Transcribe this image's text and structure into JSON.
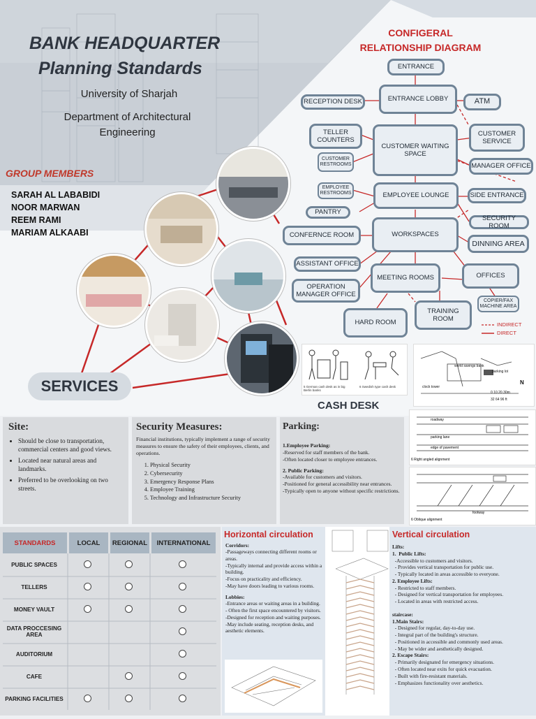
{
  "header": {
    "title_line1": "BANK HEADQUARTER",
    "title_line2": "Planning Standards",
    "university": "University of Sharjah",
    "department_line1": "Department of Architectural",
    "department_line2": "Engineering"
  },
  "group": {
    "heading": "GROUP MEMBERS",
    "members": [
      "SARAH AL LABABIDI",
      "NOOR MARWAN",
      "REEM RAMI",
      "MARIAM ALKAABI"
    ]
  },
  "services": {
    "label": "SERVICES"
  },
  "diagram": {
    "title_line1": "CONFIGERAL",
    "title_line2": "RELATIONSHIP DIAGRAM",
    "nodes": {
      "entrance": "ENTRANCE",
      "entrance_lobby": "ENTRANCE LOBBY",
      "reception_desk": "RECEPTION DESK",
      "atm": "ATM",
      "teller_counters": "TELLER COUNTERS",
      "customer_waiting": "CUSTOMER WAITING SPACE",
      "customer_service": "CUSTOMER SERVICE",
      "customer_restrooms": "CUSTOMER RESTROOMS",
      "manager_office": "MANAGER OFFICE",
      "employee_restrooms": "EMPLOYEE RESTROOMS",
      "employee_lounge": "EMPLOYEE LOUNGE",
      "side_entrance": "SIDE ENTRANCE",
      "pantry": "PANTRY",
      "security_room": "SECURITY ROOM",
      "conference_room": "CONFERNCE ROOM",
      "workspaces": "WORKSPACES",
      "dinning_area": "DINNING AREA",
      "assistant_office": "ASSISTANT OFFICE",
      "offices": "OFFICES",
      "operation_manager": "OPERATION MANAGER OFFICE",
      "meeting_rooms": "MEETING ROOMS",
      "copier": "COPIER/FAX MACHINE AREA",
      "hard_room": "HARD ROOM",
      "training_room": "TRAINING ROOM"
    },
    "legend_indirect": "INDIRECT",
    "legend_direct": "DIRECT"
  },
  "cash_desk": {
    "label": "CASH DESK",
    "fig5": "5   German cash desk as in big Berlin banks",
    "fig6": "6   Swedish type cash desk",
    "map_labels": [
      "world savings bank",
      "parking lot",
      "clock tower"
    ],
    "scale": "0   10  20 30m",
    "scale2": "32  64  96 ft",
    "north": "N"
  },
  "parking_figs": {
    "fig_right": "6   Right angled alignment",
    "fig_oblique": "6   Oblique alignment",
    "labels": [
      "roadway",
      "parking lane",
      "edge of pavement",
      "footway"
    ]
  },
  "site": {
    "heading": "Site:",
    "items": [
      "Should be close to transportation, commercial centers and good views.",
      "Located near natural areas and landmarks.",
      "Preferred to be overlooking on two streets."
    ]
  },
  "security": {
    "heading": "Security Measures:",
    "intro": "Financial institutions,  typically implement a range of security measures to ensure the safety of their employees, clients, and operations.",
    "items": [
      "Physical Security",
      "Cybersecurity",
      "Emergency Response Plans",
      "Employee Training",
      "Technology and Infrastructure Security"
    ]
  },
  "parking": {
    "heading": "Parking:",
    "employee_title": "1.Employee Parking:",
    "employee_lines": [
      "-Reserved for staff members of the bank.",
      "-Often located closer to employee entrances."
    ],
    "public_title": "2. Public Parking:",
    "public_lines": [
      "-Available for customers and visitors.",
      "-Positioned for general accessibility near entrances.",
      "-Typically open to anyone without specific restrictions."
    ]
  },
  "standards": {
    "columns": [
      "STANDARDS",
      "LOCAL",
      "REGIONAL",
      "INTERNATIONAL"
    ],
    "rows": [
      {
        "label": "PUBLIC SPACES",
        "local": true,
        "regional": true,
        "international": true
      },
      {
        "label": "TELLERS",
        "local": true,
        "regional": true,
        "international": true
      },
      {
        "label": "MONEY VAULT",
        "local": true,
        "regional": true,
        "international": true
      },
      {
        "label": "DATA PROCCESING AREA",
        "local": false,
        "regional": false,
        "international": true
      },
      {
        "label": "AUDITORIUM",
        "local": false,
        "regional": false,
        "international": true
      },
      {
        "label": "CAFE",
        "local": false,
        "regional": true,
        "international": true
      },
      {
        "label": "PARKING FACILITIES",
        "local": true,
        "regional": true,
        "international": true
      }
    ]
  },
  "horizontal": {
    "title": "Horizontal circulation",
    "corridors_title": "Corridors:",
    "corridors": [
      "-Passageways connecting different rooms or areas.",
      "-Typically internal and provide access within a building.",
      "-Focus on practicality and efficiency.",
      "-May have doors leading to various rooms."
    ],
    "lobbies_title": "Lobbies:",
    "lobbies": [
      "-Entrance areas or waiting areas in a building.",
      "- Often the first space encountered by visitors.",
      "-Designed for reception and waiting purposes.",
      "-May include seating, reception desks, and aesthetic elements."
    ]
  },
  "vertical": {
    "title": "Vertical circulation",
    "lines": [
      "Lifts:",
      "1.  Public Lifts:",
      "  -Accessible to customers and visitors.",
      "  - Provides vertical transportation for public use.",
      "  - Typically located in areas accessible to everyone.",
      "2. Employee Lifts:",
      "  - Restricted to staff members.",
      "  - Designed for vertical transportation for employees.",
      "  - Located in areas with restricted access.",
      "",
      "staircase:",
      "1.Main Stairs:",
      "  - Designed for regular, day-to-day use.",
      "  - Integral part of the building's structure.",
      "  - Positioned in accessible and commonly used areas.",
      "  - May be wider and aesthetically designed.",
      "2. Escape Stairs:",
      "  - Primarily designated for emergency situations.",
      "  - Often located near exits for quick evacuation.",
      "  - Built with fire-resistant materials.",
      "  - Emphasizes functionality over aesthetics."
    ]
  },
  "colors": {
    "accent_red": "#c62828",
    "node_border": "#6f8396",
    "dark_text": "#2f3640"
  }
}
